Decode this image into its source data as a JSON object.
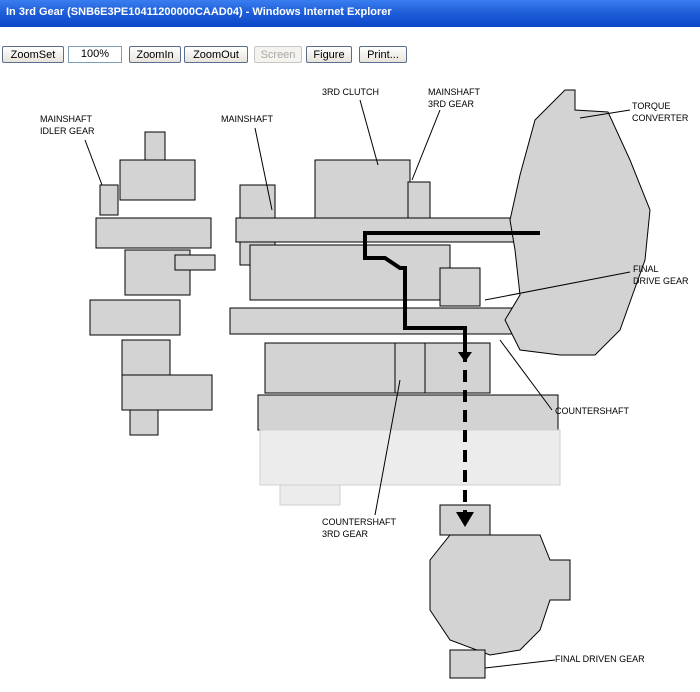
{
  "window": {
    "title": "In 3rd Gear (SNB6E3PE10411200000CAAD04) - Windows Internet Explorer"
  },
  "toolbar": {
    "zoomset_label": "ZoomSet",
    "zoom_value": "100%",
    "zoomin_label": "ZoomIn",
    "zoomout_label": "ZoomOut",
    "screen_label": "Screen",
    "figure_label": "Figure",
    "print_label": "Print..."
  },
  "diagram": {
    "labels": {
      "mainshaft_idler_gear_1": "MAINSHAFT",
      "mainshaft_idler_gear_2": "IDLER GEAR",
      "mainshaft": "MAINSHAFT",
      "third_clutch": "3RD CLUTCH",
      "mainshaft_3rd_gear_1": "MAINSHAFT",
      "mainshaft_3rd_gear_2": "3RD GEAR",
      "torque_converter_1": "TORQUE",
      "torque_converter_2": "CONVERTER",
      "final_drive_gear_1": "FINAL",
      "final_drive_gear_2": "DRIVE GEAR",
      "countershaft": "COUNTERSHAFT",
      "countershaft_3rd_gear_1": "COUNTERSHAFT",
      "countershaft_3rd_gear_2": "3RD GEAR",
      "final_driven_gear": "FINAL DRIVEN GEAR"
    }
  }
}
